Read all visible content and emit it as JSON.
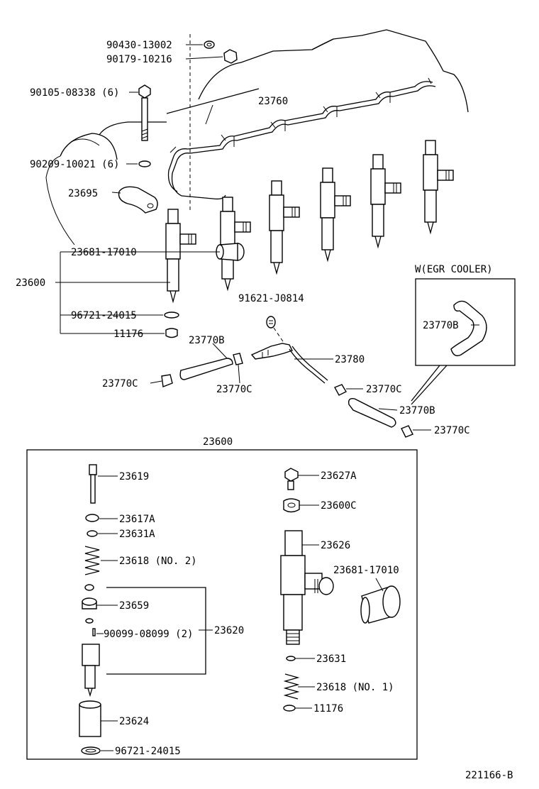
{
  "labels": {
    "p_90430": "90430-13002",
    "p_90179": "90179-10216",
    "p_90105": "90105-08338 (6)",
    "p_23760": "23760",
    "p_90209": "90209-10021 (6)",
    "p_23695": "23695",
    "p_23681_top": "23681-17010",
    "p_23600_left": "23600",
    "p_96721_top": "96721-24015",
    "p_11176_top": "11176",
    "p_91621": "91621-J0814",
    "p_23770b_a": "23770B",
    "p_23780": "23780",
    "p_23770c_a": "23770C",
    "p_23770c_b": "23770C",
    "p_23770c_c": "23770C",
    "p_23770b_b": "23770B",
    "p_23770c_d": "23770C",
    "egr_caption": "W(EGR COOLER)",
    "p_23770b_egr": "23770B",
    "p_23600_box": "23600",
    "p_23619": "23619",
    "p_23617a": "23617A",
    "p_23631a": "23631A",
    "p_23618_no2": "23618 (NO. 2)",
    "p_23659": "23659",
    "p_90099": "90099-08099 (2)",
    "p_23620": "23620",
    "p_23624": "23624",
    "p_96721_bot": "96721-24015",
    "p_23627a": "23627A",
    "p_23600c": "23600C",
    "p_23626": "23626",
    "p_23681_bot": "23681-17010",
    "p_23631": "23631",
    "p_23618_no1": "23618 (NO. 1)",
    "p_11176_bot": "11176",
    "diagram_id": "221166-B"
  }
}
